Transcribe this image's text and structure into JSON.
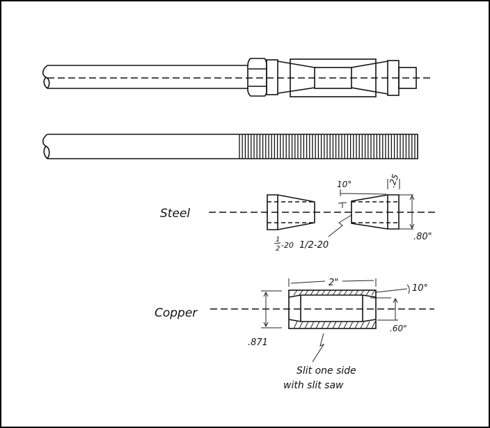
{
  "labels": {
    "steel": "Steel",
    "copper": "Copper"
  },
  "dimensions": {
    "steel_angle": "10°",
    "steel_length": ".25",
    "steel_diameter": ".80\"",
    "steel_thread": "1/2-20",
    "steel_thread_num": "1",
    "steel_thread_den": "2",
    "steel_thread_pitch": "-20",
    "copper_length": "2\"",
    "copper_angle": "10°",
    "copper_inner_diameter": ".60\"",
    "copper_outer_diameter": ".871"
  },
  "notes": {
    "slit_line1": "Slit one side",
    "slit_line2": "with slit saw"
  }
}
